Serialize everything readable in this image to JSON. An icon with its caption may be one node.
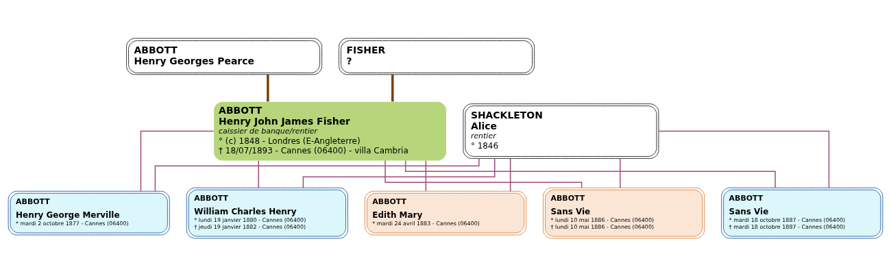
{
  "diagram": {
    "nodes": [
      {
        "text": [
          "ABBOTT",
          "Henry Georges Pearce"
        ]
      },
      {
        "text": [
          "FISHER",
          "?"
        ]
      },
      {
        "text": [
          "ABBOTT",
          "Henry John James Fisher",
          "caissier de banque/rentier",
          "° (c) 1848 - Londres (E-Angleterre)",
          "† 18/07/1893 - Cannes (06400) - villa Cambria"
        ]
      },
      {
        "text": [
          "SHACKLETON",
          "Alice",
          "rentier",
          "° 1846"
        ]
      },
      {
        "text": [
          "ABBOTT",
          "Henry George Merville",
          "* mardi 2 octobre 1877 - Cannes (06400)"
        ]
      },
      {
        "text": [
          "ABBOTT",
          "William Charles Henry",
          "* lundi 19 janvier 1880 - Cannes (06400)",
          "† jeudi 19 janvier 1882 - Cannes (06400)"
        ]
      },
      {
        "text": [
          "ABBOTT",
          "Edith Mary",
          "* mardi 24 avril 1883 - Cannes (06400)"
        ]
      },
      {
        "text": [
          "ABBOTT",
          "Sans Vie",
          "* lundi 10 mai 1886 - Cannes (06400)",
          "† lundi 10 mai 1886 - Cannes (06400)"
        ]
      },
      {
        "text": [
          "ABBOTT",
          "Sans Vie",
          "* mardi 18 octobre 1887 - Cannes (06400)",
          "† mardi 18 octobre 1887 - Cannes (06400)"
        ]
      }
    ],
    "edges": [
      {
        "from": 0,
        "to": 2,
        "arrow": "none",
        "style": "thick",
        "color": "#7a3e0c"
      },
      {
        "from": 1,
        "to": 2,
        "arrow": "none",
        "style": "thick",
        "color": "#7a3e0c"
      },
      {
        "from": 2,
        "to": 4,
        "arrow": "none"
      },
      {
        "from": 3,
        "to": 4,
        "arrow": "none"
      },
      {
        "from": 2,
        "to": 5,
        "arrow": "none"
      },
      {
        "from": 3,
        "to": 5,
        "arrow": "none"
      },
      {
        "from": 2,
        "to": 6,
        "arrow": "none"
      },
      {
        "from": 3,
        "to": 6,
        "arrow": "none"
      },
      {
        "from": 2,
        "to": 7,
        "arrow": "none"
      },
      {
        "from": 3,
        "to": 7,
        "arrow": "none"
      },
      {
        "from": 2,
        "to": 8,
        "arrow": "none"
      },
      {
        "from": 3,
        "to": 8,
        "arrow": "none"
      }
    ]
  }
}
